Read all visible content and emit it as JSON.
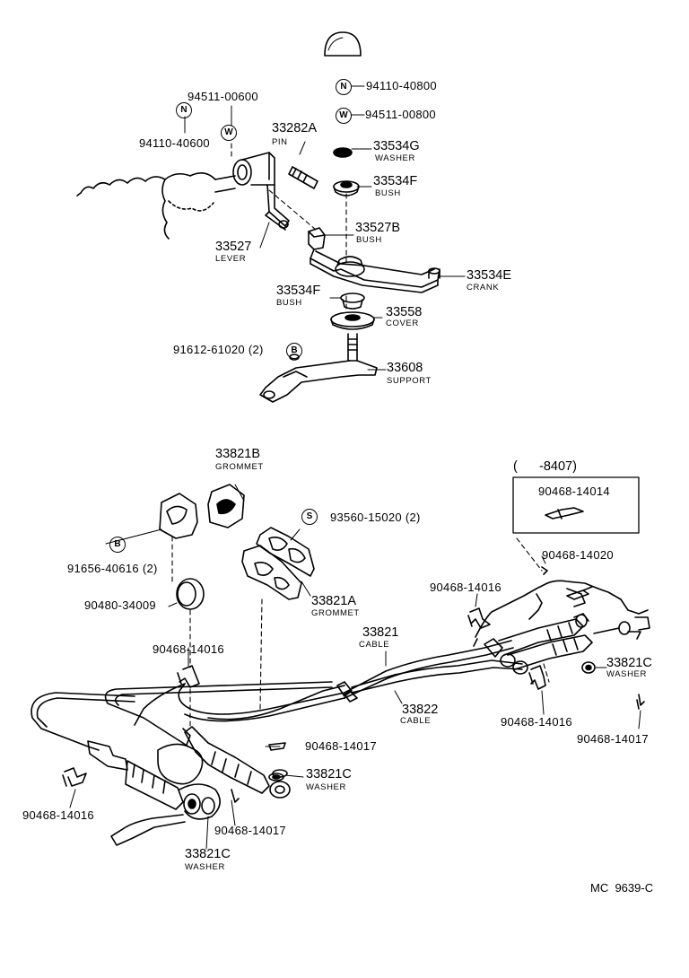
{
  "labels": {
    "p94511_00600": "94511-00600",
    "p94110_40600": "94110-40600",
    "p94110_40800": "94110-40800",
    "p94511_00800": "94511-00800",
    "p33282A": "33282A",
    "p33282A_desc": "PIN",
    "p33534G": "33534G",
    "p33534G_desc": "WASHER",
    "p33534F_top": "33534F",
    "p33534F_top_desc": "BUSH",
    "p33527B": "33527B",
    "p33527B_desc": "BUSH",
    "p33527": "33527",
    "p33527_desc": "LEVER",
    "p33534E": "33534E",
    "p33534E_desc": "CRANK",
    "p33534F_low": "33534F",
    "p33534F_low_desc": "BUSH",
    "p33558": "33558",
    "p33558_desc": "COVER",
    "p91612": "91612-61020 (2)",
    "p33608": "33608",
    "p33608_desc": "SUPPORT",
    "p33821B": "33821B",
    "p33821B_desc": "GROMMET",
    "p93560": "93560-15020 (2)",
    "p91656": "91656-40616 (2)",
    "p90480": "90480-34009",
    "p33821A": "33821A",
    "p33821A_desc": "GROMMET",
    "p33821": "33821",
    "p33821_desc": "CABLE",
    "p33822": "33822",
    "p33822_desc": "CABLE",
    "p90468_14016_a": "90468-14016",
    "p90468_14016_b": "90468-14016",
    "p90468_14016_c": "90468-14016",
    "p90468_14016_d": "90468-14016",
    "p90468_14017_a": "90468-14017",
    "p90468_14017_b": "90468-14017",
    "p90468_14017_c": "90468-14017",
    "p33821C_a": "33821C",
    "p33821C_a_desc": "WASHER",
    "p33821C_b": "33821C",
    "p33821C_b_desc": "WASHER",
    "p33821C_c": "33821C",
    "p33821C_c_desc": "WASHER",
    "p90468_14020": "90468-14020",
    "inset_range": "(      -8407)",
    "inset_part": "90468-14014",
    "diagram_code": "MC  9639-C"
  },
  "symbols": {
    "n_symbol": "N",
    "w_symbol": "W",
    "b_symbol": "B",
    "s_symbol": "S"
  }
}
